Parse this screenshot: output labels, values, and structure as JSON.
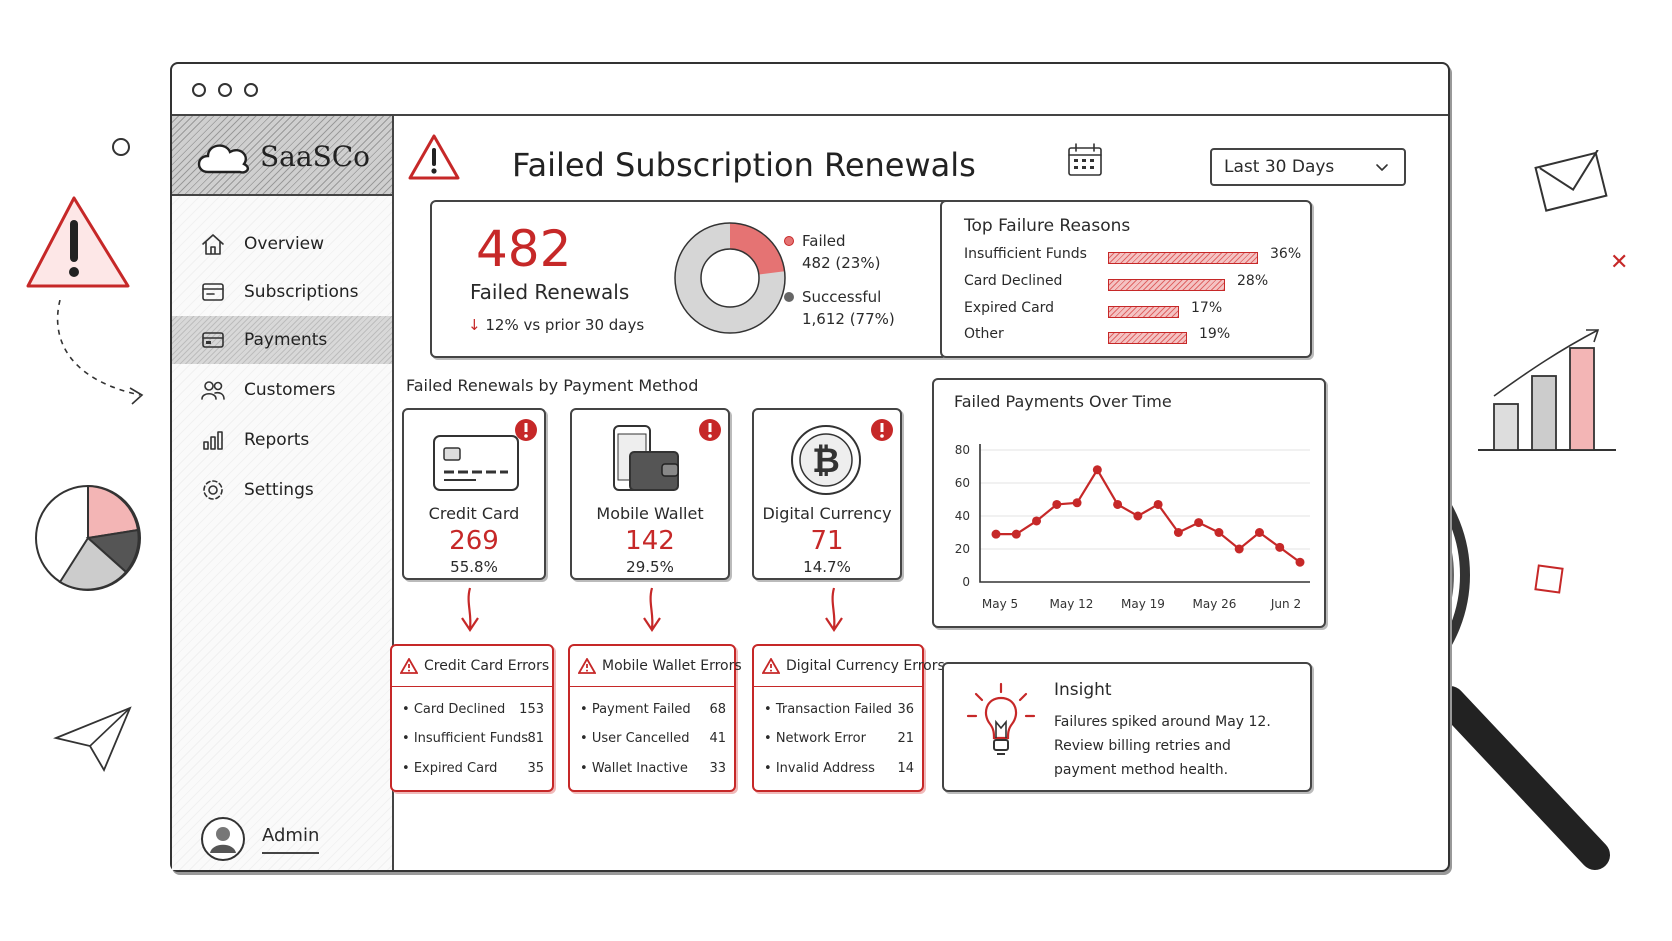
{
  "app": {
    "brand": "SaaSCo",
    "accent_color": "#c62828"
  },
  "sidebar": {
    "items": [
      {
        "label": "Overview",
        "icon": "home-icon",
        "active": false
      },
      {
        "label": "Subscriptions",
        "icon": "subscriptions-icon",
        "active": false
      },
      {
        "label": "Payments",
        "icon": "credit-card-icon",
        "active": true
      },
      {
        "label": "Customers",
        "icon": "users-icon",
        "active": false
      },
      {
        "label": "Reports",
        "icon": "bar-chart-icon",
        "active": false
      },
      {
        "label": "Settings",
        "icon": "gear-icon",
        "active": false
      }
    ],
    "user": {
      "name": "Admin"
    }
  },
  "header": {
    "title": "Failed Subscription Renewals",
    "date_range": "Last 30 Days"
  },
  "summary": {
    "failed_count": "482",
    "failed_label": "Failed Renewals",
    "trend_text": "12%  vs  prior 30 days",
    "failed_legend": "Failed",
    "failed_legend_value": "482  (23%)",
    "success_legend": "Successful",
    "success_legend_value": "1,612  (77%)",
    "failed_fraction": 0.23
  },
  "reasons": {
    "title": "Top Failure Reasons",
    "items": [
      {
        "label": "Insufficient Funds",
        "pct": "36%",
        "value": 36
      },
      {
        "label": "Card Declined",
        "pct": "28%",
        "value": 28
      },
      {
        "label": "Expired Card",
        "pct": "17%",
        "value": 17
      },
      {
        "label": "Other",
        "pct": "19%",
        "value": 19
      }
    ]
  },
  "payment_methods": {
    "title": "Failed Renewals by Payment Method",
    "items": [
      {
        "name": "Credit Card",
        "count": "269",
        "pct": "55.8%",
        "icon": "credit-card-icon"
      },
      {
        "name": "Mobile Wallet",
        "count": "142",
        "pct": "29.5%",
        "icon": "mobile-wallet-icon"
      },
      {
        "name": "Digital Currency",
        "count": "71",
        "pct": "14.7%",
        "icon": "bitcoin-icon"
      }
    ]
  },
  "errors": [
    {
      "title": "Credit Card Errors",
      "rows": [
        {
          "label": "Card Declined",
          "value": "153"
        },
        {
          "label": "Insufficient Funds",
          "value": "81"
        },
        {
          "label": "Expired Card",
          "value": "35"
        }
      ]
    },
    {
      "title": "Mobile Wallet Errors",
      "rows": [
        {
          "label": "Payment Failed",
          "value": "68"
        },
        {
          "label": "User Cancelled",
          "value": "41"
        },
        {
          "label": "Wallet Inactive",
          "value": "33"
        }
      ]
    },
    {
      "title": "Digital Currency Errors",
      "rows": [
        {
          "label": "Transaction Failed",
          "value": "36"
        },
        {
          "label": "Network Error",
          "value": "21"
        },
        {
          "label": "Invalid Address",
          "value": "14"
        }
      ]
    }
  ],
  "chart_data": {
    "type": "line",
    "title": "Failed Payments Over Time",
    "x_ticks": [
      "May 5",
      "May 12",
      "May 19",
      "May 26",
      "Jun 2"
    ],
    "y_ticks": [
      "0",
      "20",
      "40",
      "60",
      "80"
    ],
    "ylim": [
      0,
      80
    ],
    "series": [
      {
        "values": [
          29,
          29,
          37,
          47,
          48,
          68,
          47,
          40,
          47,
          30,
          36,
          30,
          20,
          30,
          21,
          12
        ]
      }
    ],
    "color": "#c62828",
    "grid": true
  },
  "insight": {
    "title": "Insight",
    "text": "Failures spiked around May 12. Review billing retries and payment method health.",
    "icon": "lightbulb-icon"
  }
}
